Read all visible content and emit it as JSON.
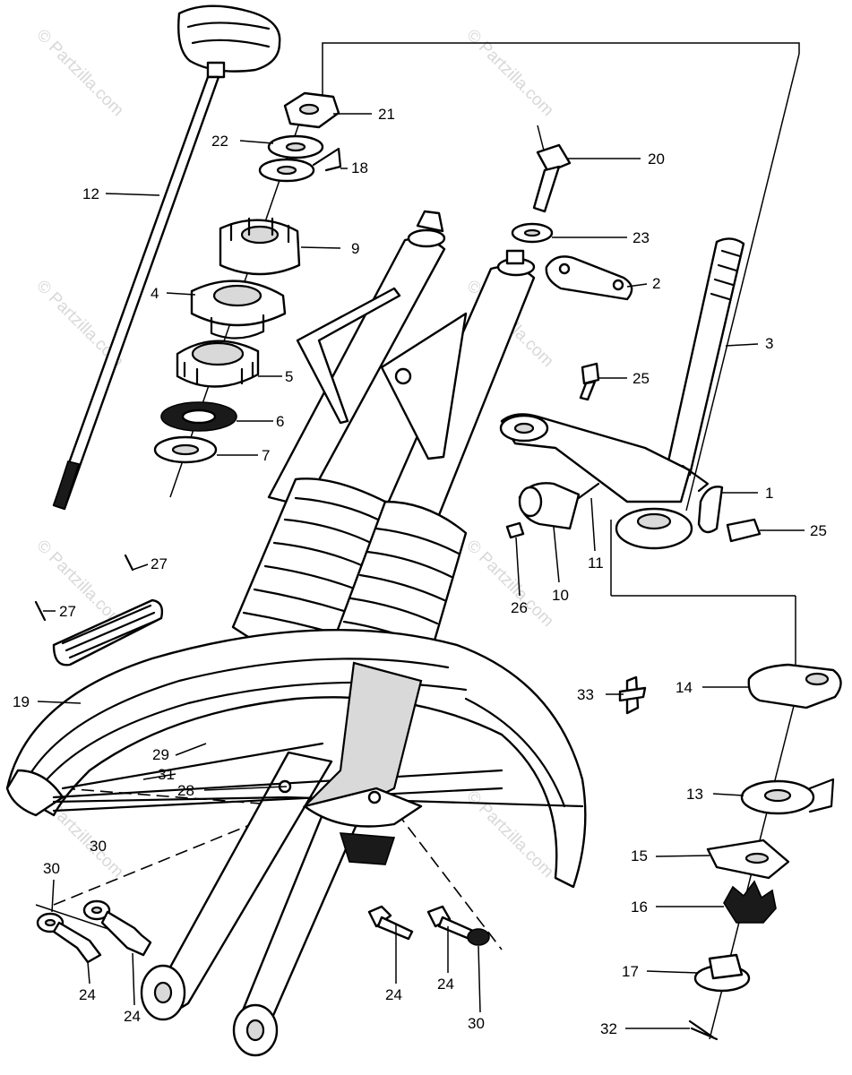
{
  "watermark": "© Partzilla.com",
  "callouts": [
    {
      "id": "c21",
      "label": "21"
    },
    {
      "id": "c22",
      "label": "22"
    },
    {
      "id": "c18",
      "label": "18"
    },
    {
      "id": "c20",
      "label": "20"
    },
    {
      "id": "c12",
      "label": "12"
    },
    {
      "id": "c23",
      "label": "23"
    },
    {
      "id": "c9",
      "label": "9"
    },
    {
      "id": "c2",
      "label": "2"
    },
    {
      "id": "c4",
      "label": "4"
    },
    {
      "id": "c3",
      "label": "3"
    },
    {
      "id": "c5",
      "label": "5"
    },
    {
      "id": "c25a",
      "label": "25"
    },
    {
      "id": "c6",
      "label": "6"
    },
    {
      "id": "c7",
      "label": "7"
    },
    {
      "id": "c1",
      "label": "1"
    },
    {
      "id": "c25b",
      "label": "25"
    },
    {
      "id": "c11",
      "label": "11"
    },
    {
      "id": "c26",
      "label": "26"
    },
    {
      "id": "c10",
      "label": "10"
    },
    {
      "id": "c27a",
      "label": "27"
    },
    {
      "id": "c27b",
      "label": "27"
    },
    {
      "id": "c33",
      "label": "33"
    },
    {
      "id": "c14",
      "label": "14"
    },
    {
      "id": "c19",
      "label": "19"
    },
    {
      "id": "c29",
      "label": "29"
    },
    {
      "id": "c31",
      "label": "31"
    },
    {
      "id": "c28",
      "label": "28"
    },
    {
      "id": "c13",
      "label": "13"
    },
    {
      "id": "c30a",
      "label": "30"
    },
    {
      "id": "c30b",
      "label": "30"
    },
    {
      "id": "c15",
      "label": "15"
    },
    {
      "id": "c16",
      "label": "16"
    },
    {
      "id": "c17",
      "label": "17"
    },
    {
      "id": "c24a",
      "label": "24"
    },
    {
      "id": "c24b",
      "label": "24"
    },
    {
      "id": "c24c",
      "label": "24"
    },
    {
      "id": "c24d",
      "label": "24"
    },
    {
      "id": "c30c",
      "label": "30"
    },
    {
      "id": "c32",
      "label": "32"
    }
  ]
}
